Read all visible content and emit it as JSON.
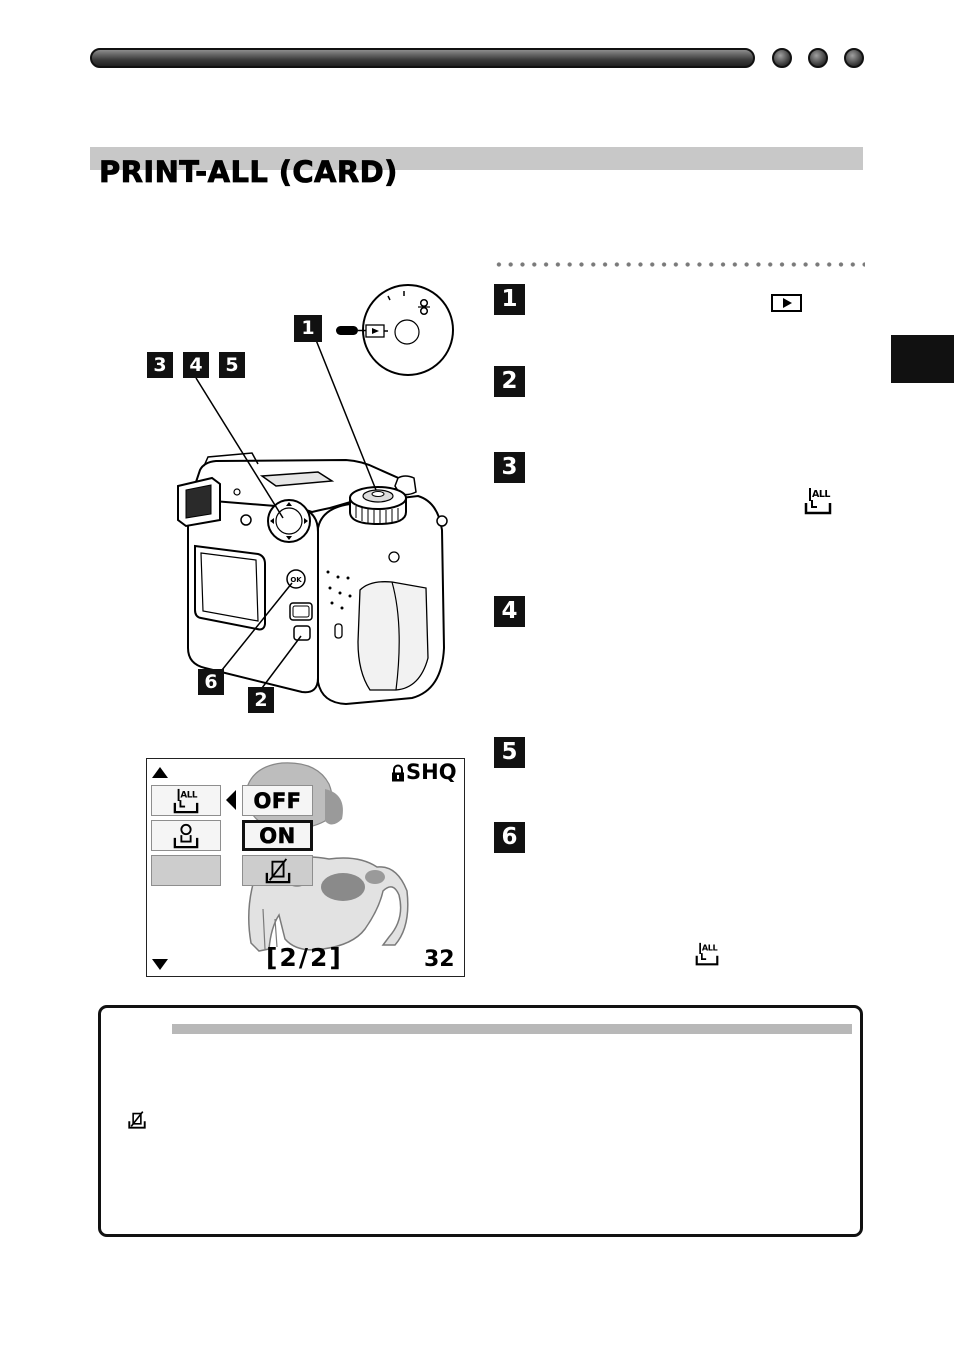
{
  "section": {
    "title": "PRINT-ALL (CARD)"
  },
  "steps": [
    {
      "number": "1",
      "icon": "play-mode-icon"
    },
    {
      "number": "2"
    },
    {
      "number": "3",
      "icon": "print-all-icon"
    },
    {
      "number": "4"
    },
    {
      "number": "5"
    },
    {
      "number": "6",
      "icon": "print-all-icon"
    }
  ],
  "figure": {
    "callouts": [
      "1",
      "3",
      "4",
      "5",
      "6",
      "2"
    ],
    "ok_button_label": "OK"
  },
  "icons": {
    "print_all_text": "ALL"
  },
  "lcd": {
    "quality": "SHQ",
    "menu": [
      {
        "icon": "print-all-icon"
      },
      {
        "icon": "print-icon"
      },
      {
        "icon": ""
      }
    ],
    "options": [
      {
        "label": "OFF",
        "selected": false
      },
      {
        "label": "ON",
        "selected": true
      },
      {
        "icon": "print-cancel-icon"
      }
    ],
    "page_indicator": "[2/2]",
    "frames_remaining": "32"
  },
  "note": {
    "icon": "print-cancel-icon"
  },
  "colors": {
    "section_band": "#c8c8c8",
    "badge": "#111111",
    "note_bar": "#b8b8b8"
  }
}
